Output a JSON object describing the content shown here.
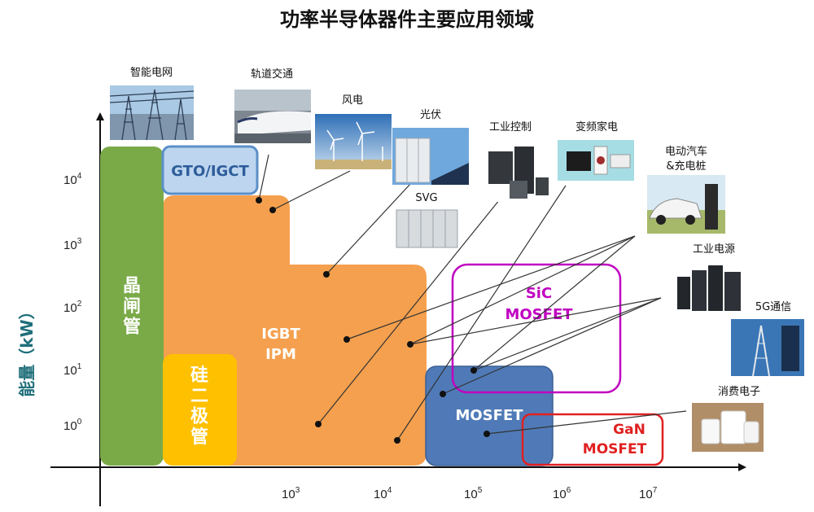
{
  "title": "功率半导体器件主要应用领域",
  "y_axis": {
    "label": "能量（kW）",
    "ticks": [
      {
        "base": "10",
        "exp": "4"
      },
      {
        "base": "10",
        "exp": "3"
      },
      {
        "base": "10",
        "exp": "2"
      },
      {
        "base": "10",
        "exp": "1"
      },
      {
        "base": "10",
        "exp": "0"
      }
    ]
  },
  "x_axis": {
    "ticks": [
      {
        "base": "10",
        "exp": "3"
      },
      {
        "base": "10",
        "exp": "4"
      },
      {
        "base": "10",
        "exp": "5"
      },
      {
        "base": "10",
        "exp": "6"
      },
      {
        "base": "10",
        "exp": "7"
      }
    ]
  },
  "devices": {
    "thyristor": "晶闸管",
    "gto": "GTO/IGCT",
    "diode": "硅二极管",
    "igbt_line1": "IGBT",
    "igbt_line2": "IPM",
    "mosfet": "MOSFET",
    "sic_line1": "SiC",
    "sic_line2": "MOSFET",
    "gan_line1": "GaN",
    "gan_line2": "MOSFET"
  },
  "applications": {
    "smart_grid": "智能电网",
    "rail": "轨道交通",
    "wind": "风电",
    "pv": "光伏",
    "svg": "SVG",
    "industrial_control": "工业控制",
    "inverter_appliance": "变频家电",
    "ev_line1": "电动汽车",
    "ev_line2": "&充电桩",
    "industrial_power": "工业电源",
    "5g": "5G通信",
    "consumer": "消费电子"
  },
  "colors": {
    "thyristor": "#7aaa48",
    "gto": "#bdd5ee",
    "gto_border": "#5b8fc9",
    "diode": "#ffc000",
    "igbt": "#f5a04e",
    "mosfet": "#4f7ab7",
    "sic": "#c000c0",
    "gan": "#e02020",
    "axis_label": "#1f6f7a"
  }
}
